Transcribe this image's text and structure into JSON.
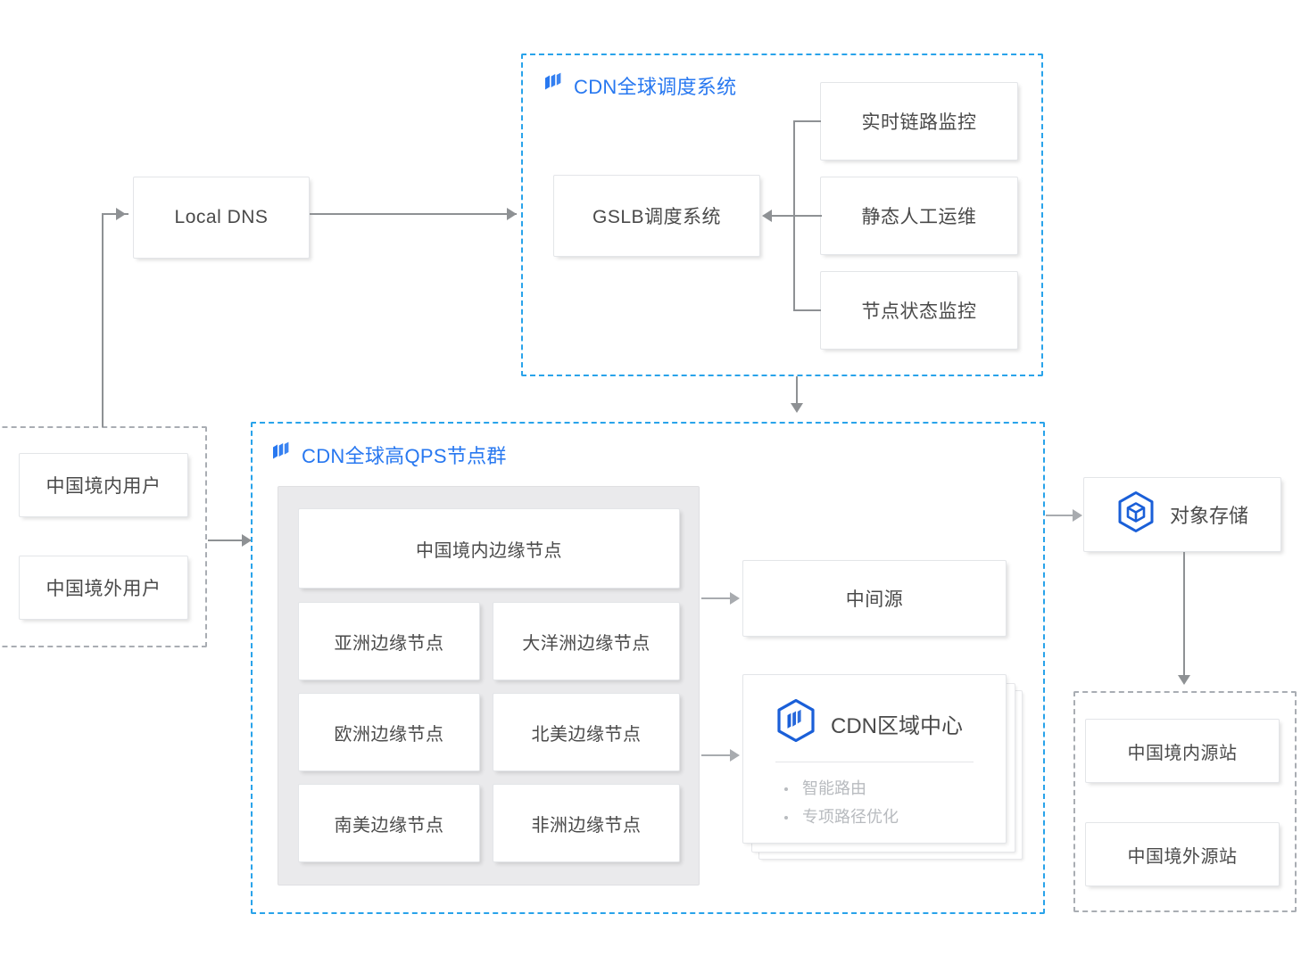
{
  "diagram": {
    "title": "CDN global architecture diagram",
    "accent_blue": "#2878f0",
    "dashed_blue": "#29a3ea",
    "dashed_gray": "#a9adb3",
    "line_gray": "#8e9194",
    "panel_gray": "#eaeaec"
  },
  "local_dns": {
    "label": "Local DNS"
  },
  "users_region": {
    "items": [
      {
        "label": "中国境内用户"
      },
      {
        "label": "中国境外用户"
      }
    ]
  },
  "scheduling_system": {
    "title": "CDN全球调度系统",
    "icon": "cdn-logo-icon",
    "gslb": {
      "label": "GSLB调度系统"
    },
    "inputs": [
      {
        "label": "实时链路监控"
      },
      {
        "label": "静态人工运维"
      },
      {
        "label": "节点状态监控"
      }
    ]
  },
  "node_group": {
    "title": "CDN全球高QPS节点群",
    "icon": "cdn-logo-icon",
    "primary_node": {
      "label": "中国境内边缘节点"
    },
    "edge_nodes": [
      {
        "label": "亚洲边缘节点"
      },
      {
        "label": "大洋洲边缘节点"
      },
      {
        "label": "欧洲边缘节点"
      },
      {
        "label": "北美边缘节点"
      },
      {
        "label": "南美边缘节点"
      },
      {
        "label": "非洲边缘节点"
      }
    ]
  },
  "mid_source": {
    "label": "中间源"
  },
  "regional_center": {
    "title": "CDN区域中心",
    "icon": "cdn-hex-icon",
    "features": [
      {
        "label": "智能路由"
      },
      {
        "label": "专项路径优化"
      }
    ]
  },
  "object_storage": {
    "label": "对象存储",
    "icon": "object-storage-hex-icon"
  },
  "origin_region": {
    "items": [
      {
        "label": "中国境内源站"
      },
      {
        "label": "中国境外源站"
      }
    ]
  }
}
